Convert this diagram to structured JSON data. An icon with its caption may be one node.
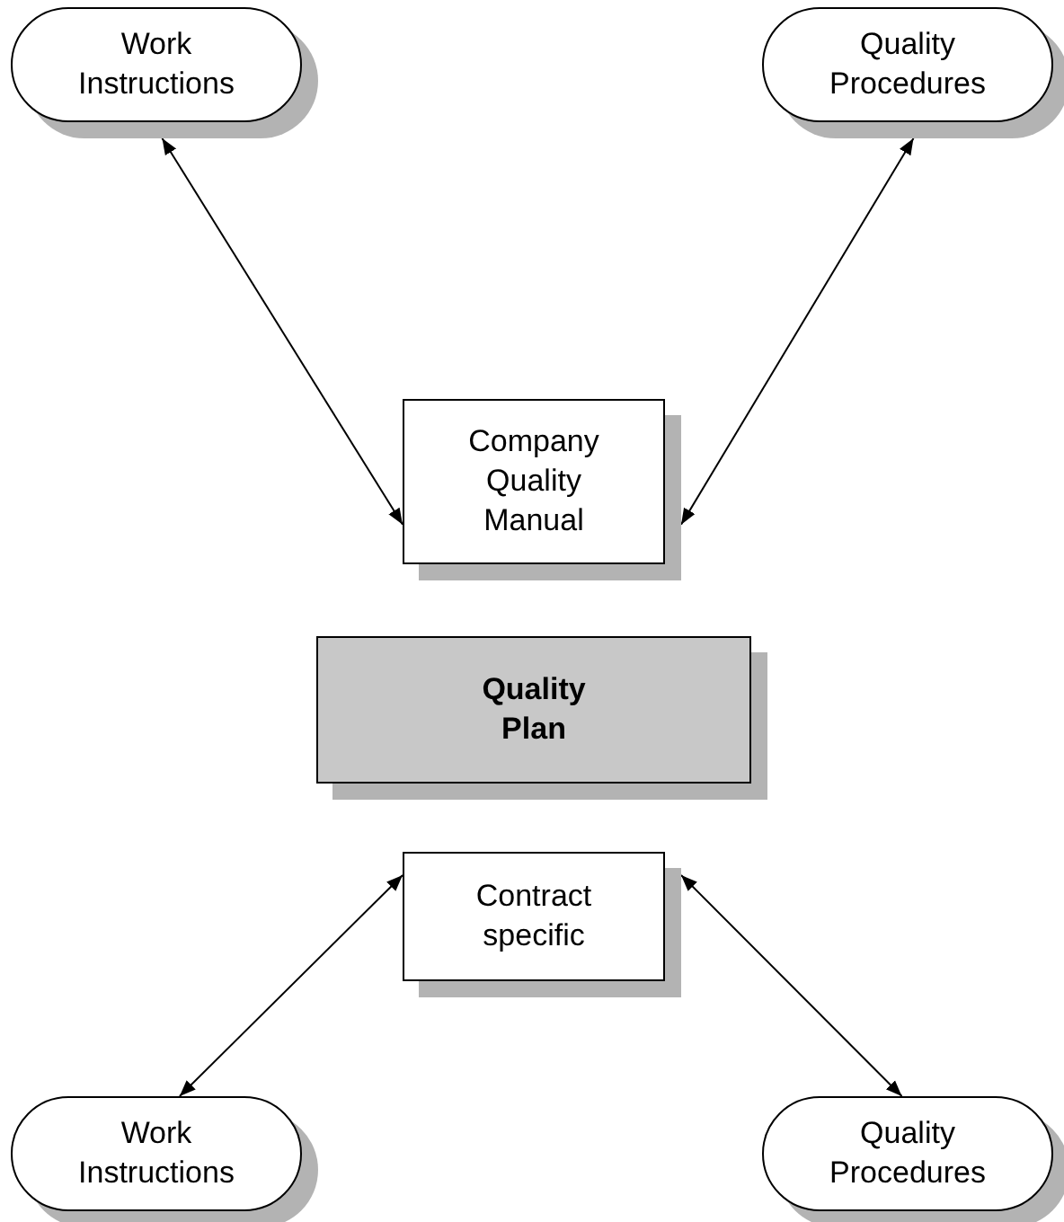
{
  "diagram": {
    "nodes": [
      {
        "text": [
          "Work Instructions"
        ]
      },
      {
        "text": [
          "Quality Procedures"
        ]
      },
      {
        "text": [
          "Company Quality Manual"
        ]
      },
      {
        "text": [
          "Quality Plan"
        ]
      },
      {
        "text": [
          "Contract specific"
        ]
      },
      {
        "text": [
          "Work Instructions"
        ]
      },
      {
        "text": [
          "Quality Procedures"
        ]
      }
    ],
    "edges": [
      {
        "from": 0,
        "to": 2,
        "arrow": "both"
      },
      {
        "from": 1,
        "to": 2,
        "arrow": "both"
      },
      {
        "from": 4,
        "to": 5,
        "arrow": "both"
      },
      {
        "from": 4,
        "to": 6,
        "arrow": "both"
      }
    ]
  }
}
